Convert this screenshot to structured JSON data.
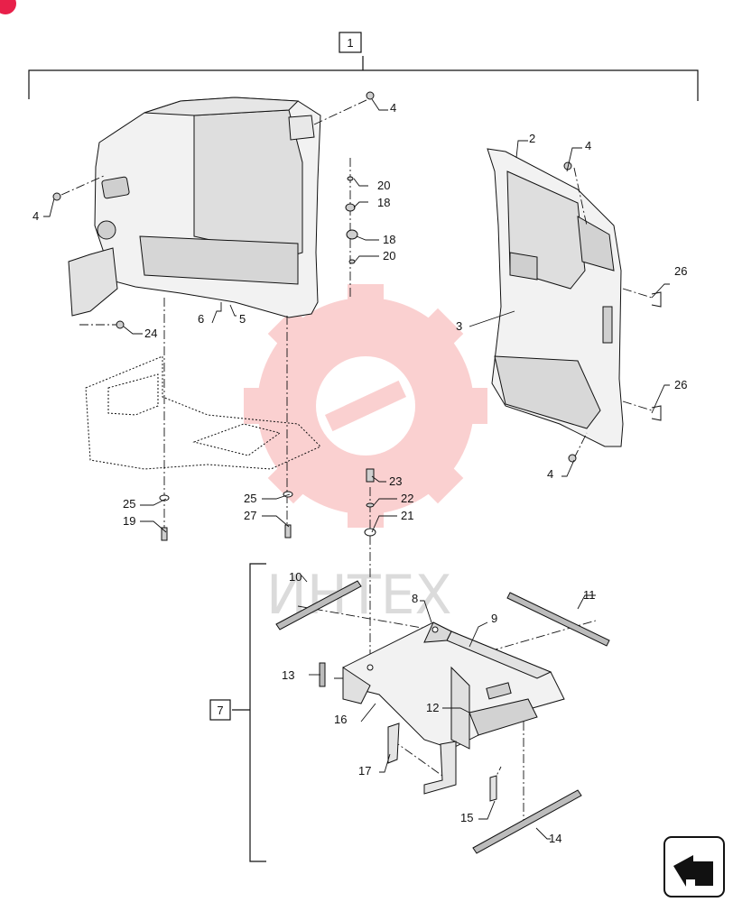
{
  "diagram": {
    "assembly_box_label": "1",
    "subassembly_box_label": "7",
    "watermark_text": "ИНТЕХ",
    "colors": {
      "line": "#111111",
      "part_fill": "#f2f2f2",
      "shade": "#d6d6d6",
      "watermark": "#ef5a5a",
      "corner_badge": "#e8204a"
    },
    "callouts": {
      "c2": "2",
      "c3": "3",
      "c4a": "4",
      "c4b": "4",
      "c4c": "4",
      "c4d": "4",
      "c5": "5",
      "c6": "6",
      "c8": "8",
      "c9": "9",
      "c10": "10",
      "c11": "11",
      "c12": "12",
      "c13": "13",
      "c14": "14",
      "c15": "15",
      "c16": "16",
      "c17": "17",
      "c18a": "18",
      "c18b": "18",
      "c19": "19",
      "c20a": "20",
      "c20b": "20",
      "c21": "21",
      "c22": "22",
      "c23": "23",
      "c24": "24",
      "c25a": "25",
      "c25b": "25",
      "c26a": "26",
      "c26b": "26",
      "c27": "27"
    },
    "icons": [
      "navigation-arrow-icon",
      "watermark-gear-icon",
      "corner-badge-icon"
    ]
  }
}
